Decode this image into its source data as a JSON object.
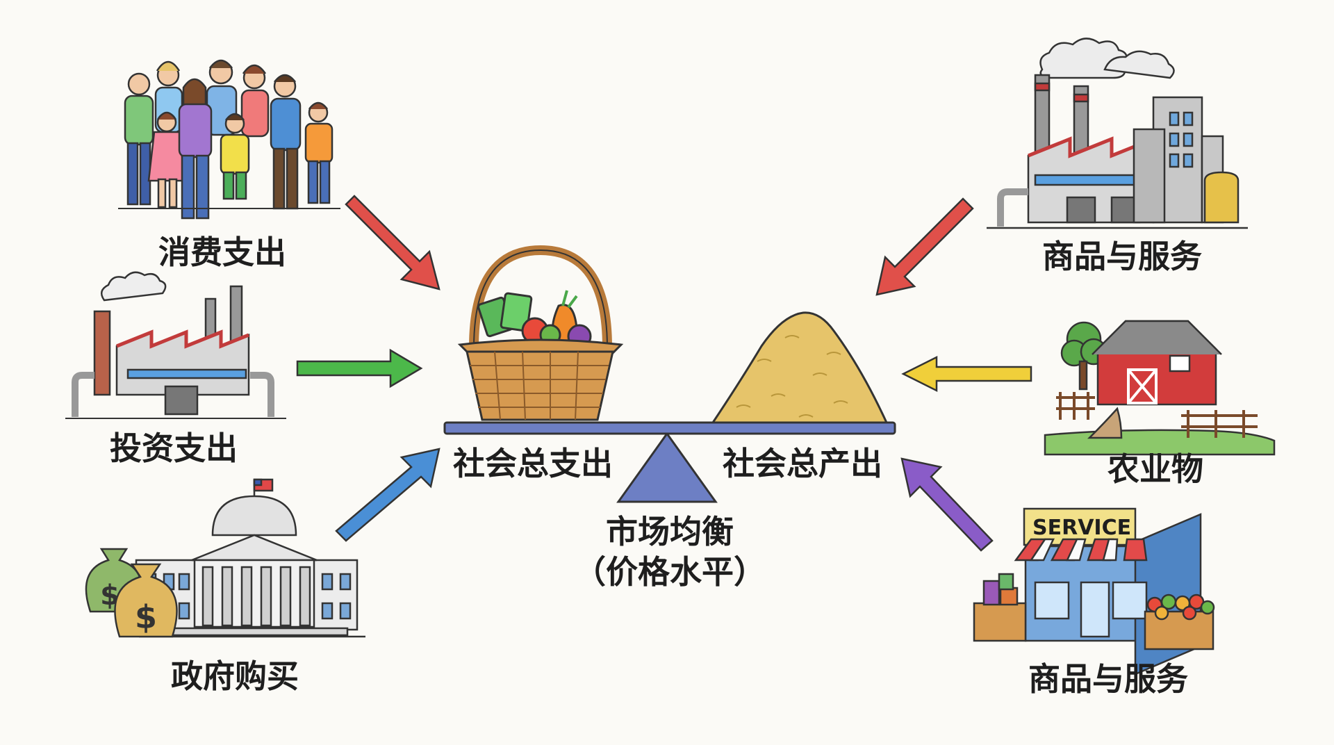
{
  "inputs": {
    "consumption": "消费支出",
    "investment": "投资支出",
    "government": "政府购买"
  },
  "outputs": {
    "goods_services_top": "商品与服务",
    "agriculture": "农业物",
    "goods_services_bottom": "商品与服务"
  },
  "balance": {
    "left_label": "社会总支出",
    "right_label": "社会总产出",
    "center_line1": "市场均衡",
    "center_line2": "（价格水平）"
  },
  "store_sign": "SERVICE",
  "icons": {
    "consumption": "people-group-icon",
    "investment": "factory-icon",
    "government": "capitol-building-icon",
    "goods_services_top": "industrial-plant-icon",
    "agriculture": "barn-icon",
    "goods_services_bottom": "storefront-icon"
  },
  "colors": {
    "arrow_consumption": "#e0504a",
    "arrow_investment": "#4cb84a",
    "arrow_government": "#4a8fd6",
    "arrow_goods_top": "#e0504a",
    "arrow_agriculture": "#f0cf3a",
    "arrow_goods_bottom": "#8a5cc8",
    "scale": "#6d7fc4"
  }
}
